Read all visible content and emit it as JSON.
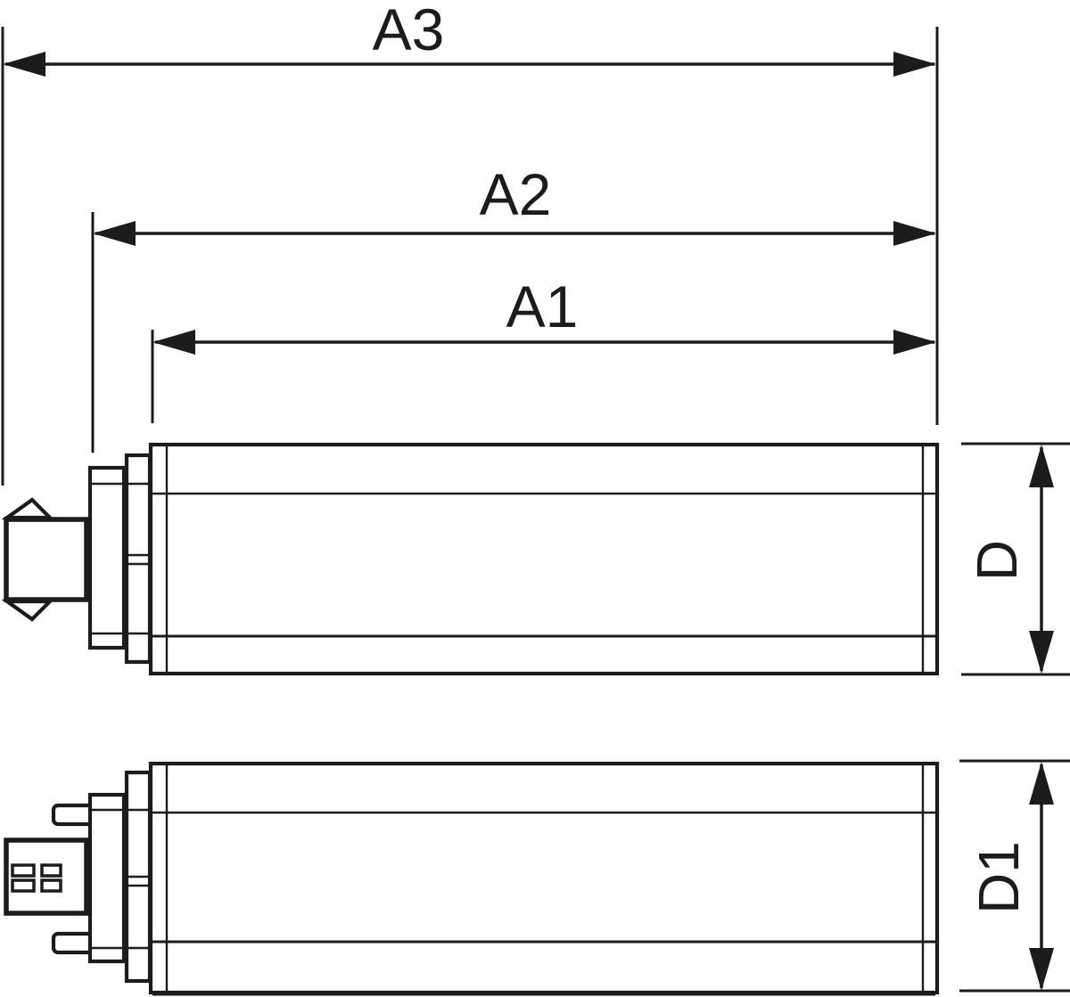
{
  "figure": {
    "type": "technical-dimension-drawing",
    "description": "Outline drawing of a compact plug-in lamp shown in two side views with overall length and diameter dimension callouts",
    "ink_color": "#1c1c1c",
    "background_color": "#ffffff",
    "dimensions": {
      "a3": {
        "label": "A3"
      },
      "a2": {
        "label": "A2"
      },
      "a1": {
        "label": "A1"
      },
      "d": {
        "label": "D"
      },
      "d1": {
        "label": "D1"
      }
    }
  }
}
